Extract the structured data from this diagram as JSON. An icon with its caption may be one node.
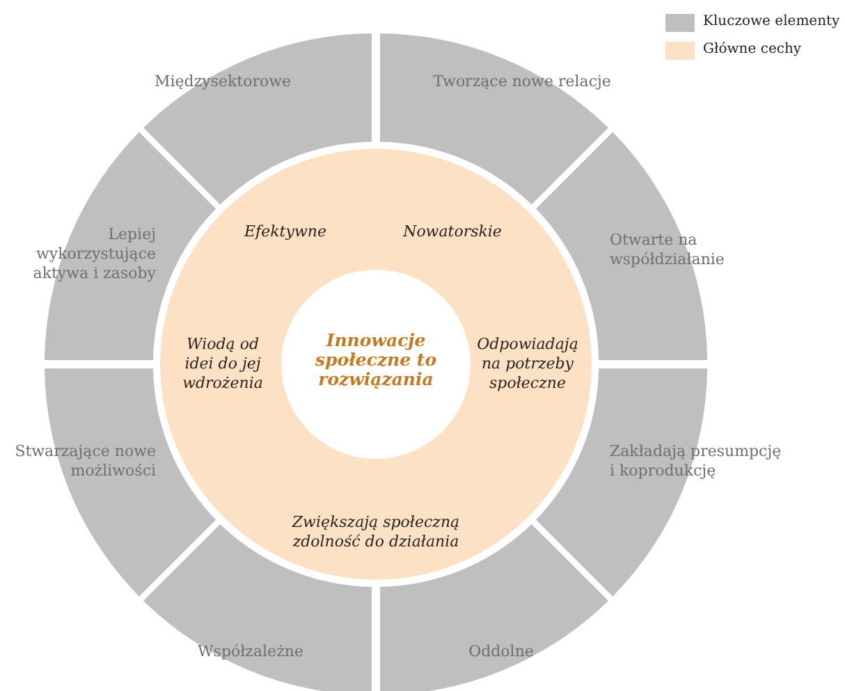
{
  "diagram": {
    "nodes": [
      {
        "text": [
          "Międzysektorowe"
        ]
      },
      {
        "text": [
          "Tworzące nowe relacje"
        ]
      },
      {
        "text": [
          "Lepiej wykorzystujące aktywa i zasoby"
        ]
      },
      {
        "text": [
          "Otwarte na współdziałanie"
        ]
      },
      {
        "text": [
          "Stwarzające nowe możliwości"
        ]
      },
      {
        "text": [
          "Zakładają presumpcję i koprodukcję"
        ]
      },
      {
        "text": [
          "Współzależne"
        ]
      },
      {
        "text": [
          "Oddolne"
        ]
      },
      {
        "text": [
          "Efektywne",
          "Nowatorskie",
          "Wiodą od idei do jej wdrożenia",
          "Odpowiadają na potrzeby społeczne",
          "Zwiększają społeczną zdolność do działania"
        ]
      },
      {
        "text": [
          "Innowacje społeczne to rozwiązania"
        ],
        "in": 8
      }
    ],
    "legend": [
      {
        "text": "Kluczowe elementy",
        "color": "#bfbfbf"
      },
      {
        "text": "Główne cechy",
        "color": "#fde1c5"
      }
    ]
  }
}
